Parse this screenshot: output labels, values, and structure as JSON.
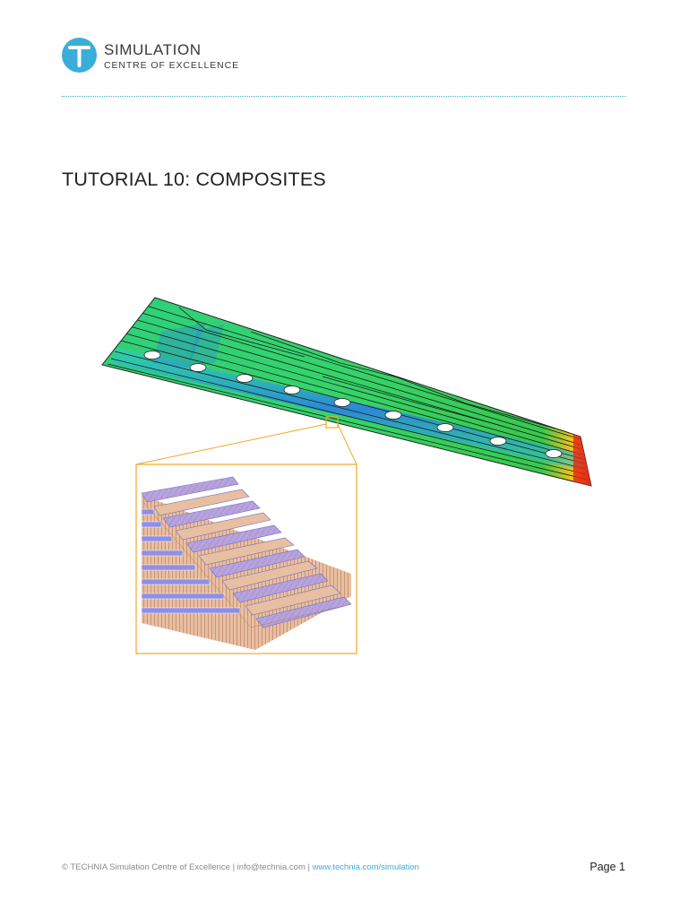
{
  "header": {
    "logo_title": "SIMULATION",
    "logo_subtitle": "CENTRE OF EXCELLENCE",
    "logo_letter": "T",
    "brand_color": "#3aaed8"
  },
  "document": {
    "title": "TUTORIAL 10: COMPOSITES"
  },
  "figure": {
    "plate_icon": "fe-contour-plate",
    "detail_icon": "composite-layup-staircase",
    "zoom_box_color": "#f5a623"
  },
  "footer": {
    "copyright": "© TECHNIA Simulation Centre of Excellence | info@technia.com | ",
    "link": "www.technia.com/simulation",
    "page_label": "Page 1"
  }
}
